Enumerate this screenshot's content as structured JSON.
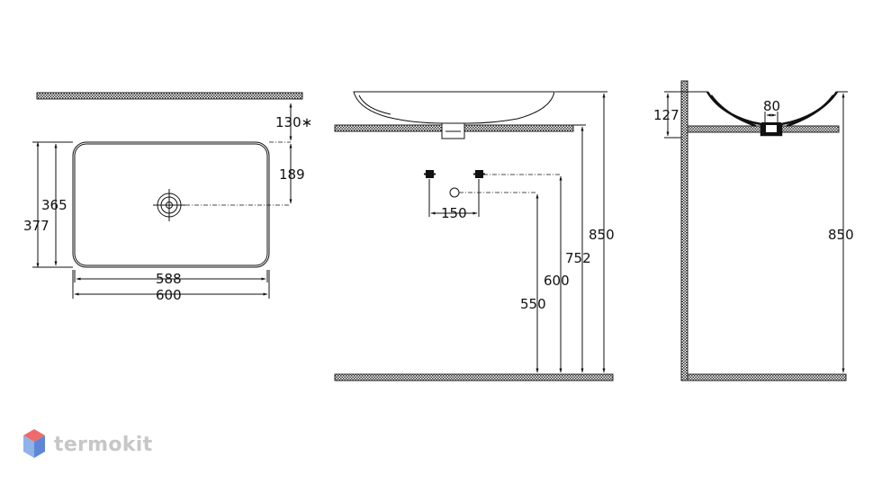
{
  "brand": {
    "name": "termokit",
    "logo_colors": [
      "#ef6a6a",
      "#8fb3e8",
      "#5f86d6"
    ]
  },
  "top_view": {
    "dims": {
      "offset": "130∗",
      "drain_offset": "189",
      "inner_depth": "365",
      "outer_depth": "377",
      "inner_width": "588",
      "outer_width": "600"
    }
  },
  "front_view": {
    "dims": {
      "tap_spacing": "150",
      "drain_height": "550",
      "tap_height": "600",
      "counter_height": "752",
      "rim_height": "850"
    }
  },
  "side_view": {
    "dims": {
      "bowl_height": "127",
      "drain_width": "80",
      "rim_height": "850"
    }
  }
}
